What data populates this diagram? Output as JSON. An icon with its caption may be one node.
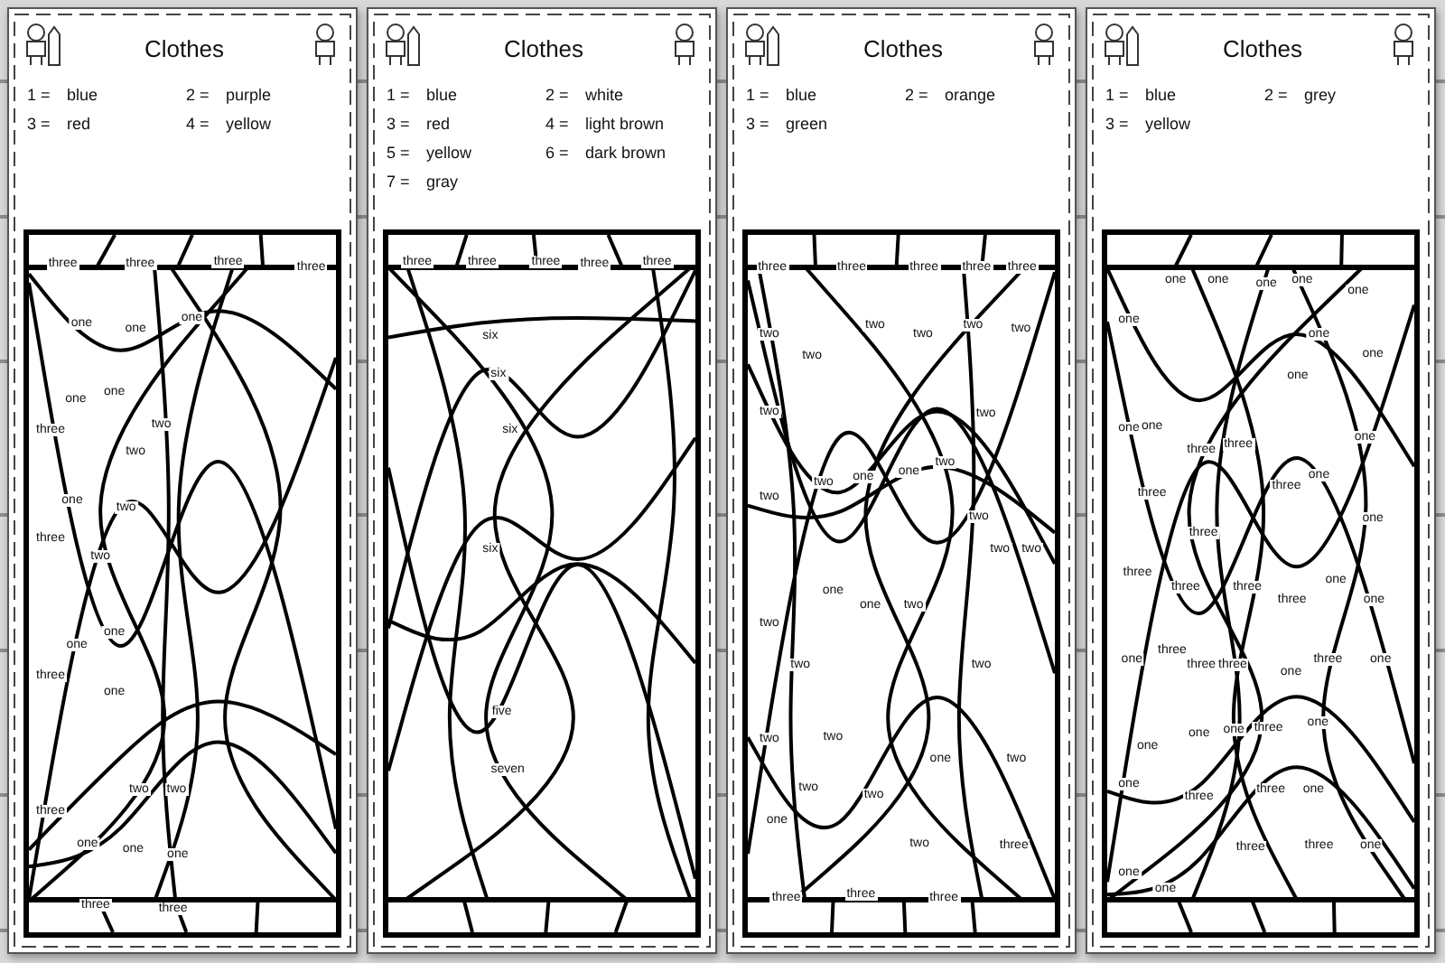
{
  "diagram": {
    "nodes": [
      {
        "text": [
          "Clothes",
          "1 =",
          "blue",
          "2 =",
          "purple",
          "3 =",
          "red",
          "4 =",
          "yellow"
        ]
      },
      {
        "text": [
          "three",
          "three",
          "three",
          "three",
          "one",
          "one",
          "one",
          "one",
          "one",
          "two",
          "two",
          "three",
          "one",
          "two",
          "two",
          "three",
          "one",
          "one",
          "three",
          "one",
          "three",
          "two",
          "two",
          "one",
          "one",
          "one",
          "three",
          "three"
        ],
        "in": 0
      },
      {
        "text": [
          "Clothes",
          "1 =",
          "blue",
          "2 =",
          "white",
          "3 =",
          "red",
          "4 =",
          "light brown",
          "5 =",
          "yellow",
          "6 =",
          "dark brown",
          "7 =",
          "gray"
        ]
      },
      {
        "text": [
          "three",
          "three",
          "three",
          "three",
          "three",
          "six",
          "six",
          "six",
          "six",
          "five",
          "seven"
        ],
        "in": 2
      },
      {
        "text": [
          "Clothes",
          "1 =",
          "blue",
          "2 =",
          "orange",
          "3 =",
          "green"
        ]
      },
      {
        "text": [
          "three",
          "three",
          "three",
          "three",
          "three",
          "two",
          "two",
          "two",
          "two",
          "two",
          "two",
          "two",
          "two",
          "two",
          "one",
          "one",
          "two",
          "two",
          "two",
          "two",
          "two",
          "one",
          "one",
          "two",
          "two",
          "two",
          "two",
          "two",
          "two",
          "two",
          "one",
          "one",
          "two",
          "two",
          "two",
          "three",
          "three",
          "three",
          "three"
        ],
        "in": 4
      },
      {
        "text": [
          "Clothes",
          "1 =",
          "blue",
          "2 =",
          "grey",
          "3 =",
          "yellow"
        ]
      },
      {
        "text": [
          "one",
          "one",
          "one",
          "one",
          "one",
          "one",
          "one",
          "one",
          "one",
          "one",
          "one",
          "three",
          "three",
          "three",
          "one",
          "one",
          "three",
          "three",
          "one",
          "three",
          "three",
          "three",
          "three",
          "one",
          "one",
          "one",
          "three",
          "three",
          "three",
          "one",
          "three",
          "one",
          "one",
          "one",
          "one",
          "three",
          "one",
          "one",
          "three",
          "three",
          "one",
          "three",
          "three",
          "one",
          "one",
          "one"
        ],
        "in": 6
      }
    ]
  }
}
